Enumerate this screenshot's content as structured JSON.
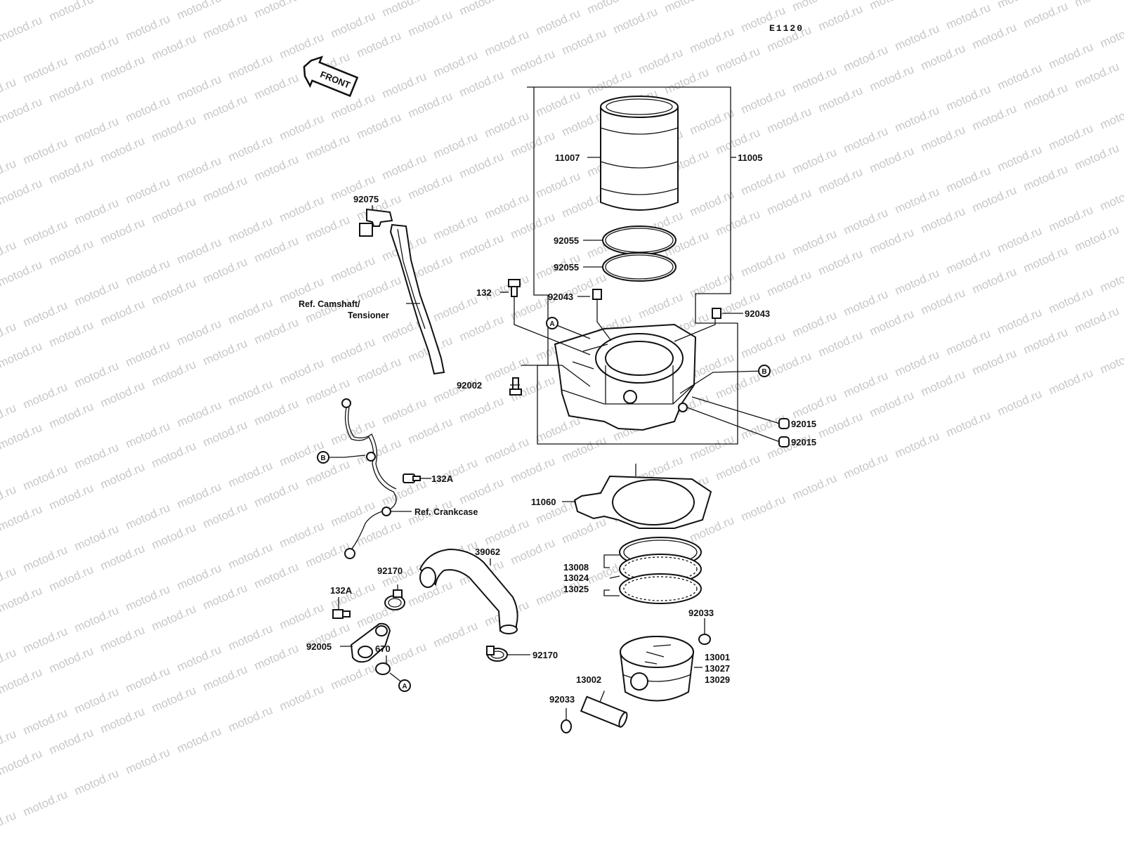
{
  "diagram": {
    "code": "E1120",
    "front_label": "FRONT",
    "watermark": "motod.ru",
    "refs": {
      "camshaft_line1": "Ref. Camshaft/",
      "camshaft_line2": "Tensioner",
      "crankcase": "Ref. Crankcase"
    },
    "markers": {
      "a": "A",
      "b": "B"
    },
    "parts": {
      "p11007": "11007",
      "p11005": "11005",
      "p92075": "92075",
      "p92055a": "92055",
      "p92055b": "92055",
      "p132": "132",
      "p92043a": "92043",
      "p92043b": "92043",
      "p92002": "92002",
      "p92015a": "92015",
      "p92015b": "92015",
      "p132a_1": "132A",
      "p11060": "11060",
      "p39062": "39062",
      "p92170a": "92170",
      "p13008": "13008",
      "p13024": "13024",
      "p13025": "13025",
      "p132a_2": "132A",
      "p92033a": "92033",
      "p92005": "92005",
      "p670": "670",
      "p92170b": "92170",
      "p13001": "13001",
      "p13027": "13027",
      "p13029": "13029",
      "p13002": "13002",
      "p92033b": "92033"
    }
  }
}
